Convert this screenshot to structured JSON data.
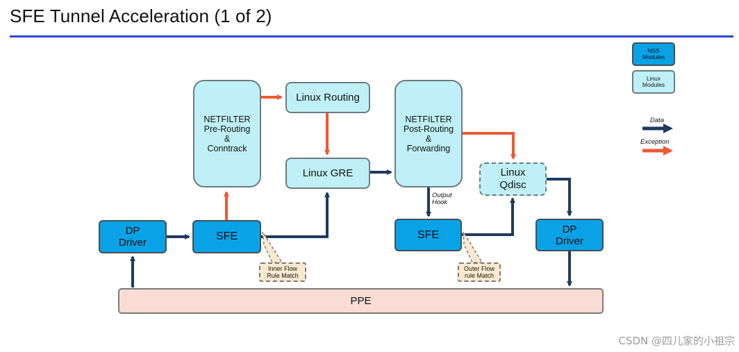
{
  "title": "SFE Tunnel Acceleration (1 of 2)",
  "colors": {
    "data_arrow": "#1f3a5f",
    "exception_arrow": "#ee5a32",
    "nss": "#0aa2e6",
    "linux": "#bff0f7",
    "ppe": "#f9dcd4",
    "title_rule": "#2a47c8"
  },
  "legend": {
    "nss_modules": "NSS\nModules",
    "linux_modules": "Linux\nModules",
    "data": "Data",
    "exception": "Exception"
  },
  "nodes": {
    "netfilter_pre": "NETFILTER\nPre-Routing\n&\nConntrack",
    "linux_routing": "Linux Routing",
    "linux_gre": "Linux GRE",
    "netfilter_post": "NETFILTER\nPost-Routing\n&\nForwarding",
    "linux_qdisc": "Linux\nQdisc",
    "dp_driver_left": "DP\nDriver",
    "sfe_left": "SFE",
    "sfe_right": "SFE",
    "dp_driver_right": "DP\nDriver",
    "ppe": "PPE",
    "inner_flow": "Inner Flow\nRule Match",
    "outer_flow": "Outer Flow\nrule Match",
    "output_hook": "Output\nHook"
  },
  "watermark": "CSDN @四儿家的小祖宗"
}
